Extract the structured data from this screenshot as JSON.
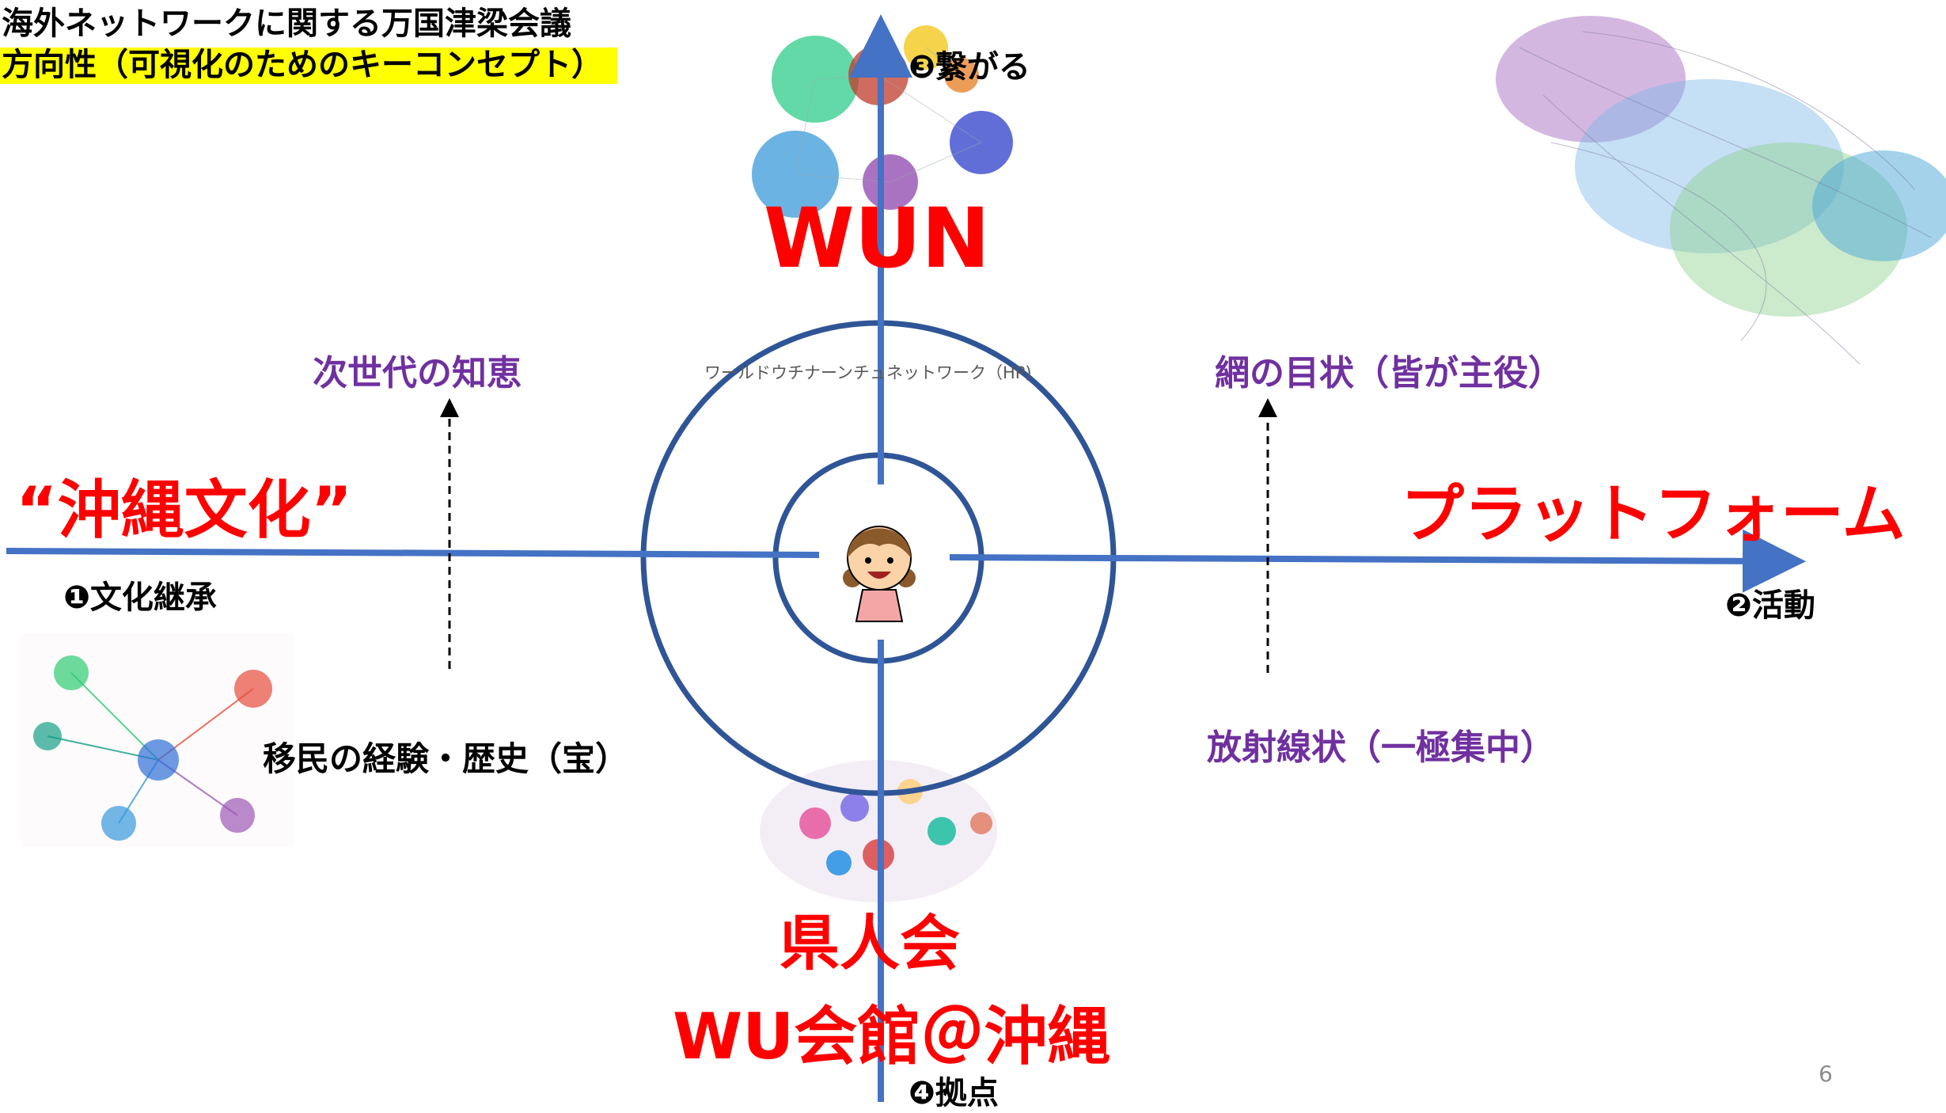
{
  "slide": {
    "title_line1": "海外ネットワークに関する万国津梁会議",
    "title_line2": "方向性（可視化のためのキーコンセプト）",
    "page_number": "6"
  },
  "axes": {
    "top_label": "❸繋がる",
    "left_label": "❶文化継承",
    "right_label": "❷活動",
    "bottom_label": "❹拠点"
  },
  "poles": {
    "top": "WUN",
    "left": "“沖縄文化”",
    "right": "プラットフォーム",
    "bottom_line1": "県人会",
    "bottom_line2": "WU会館＠沖縄"
  },
  "quadrants": {
    "upper_left": "次世代の知恵",
    "lower_left": "移民の経験・歴史（宝）",
    "upper_right": "網の目状（皆が主役）",
    "lower_right": "放射線状（一極集中）"
  },
  "center_caption": "ワールドウチナーンチュネットワーク（HP)",
  "colors": {
    "axis_blue": "#4472c4",
    "circle_blue": "#2f5597",
    "pole_red": "#ff0000",
    "quadrant_purple": "#7030a0",
    "title_highlight": "#ffff00"
  }
}
